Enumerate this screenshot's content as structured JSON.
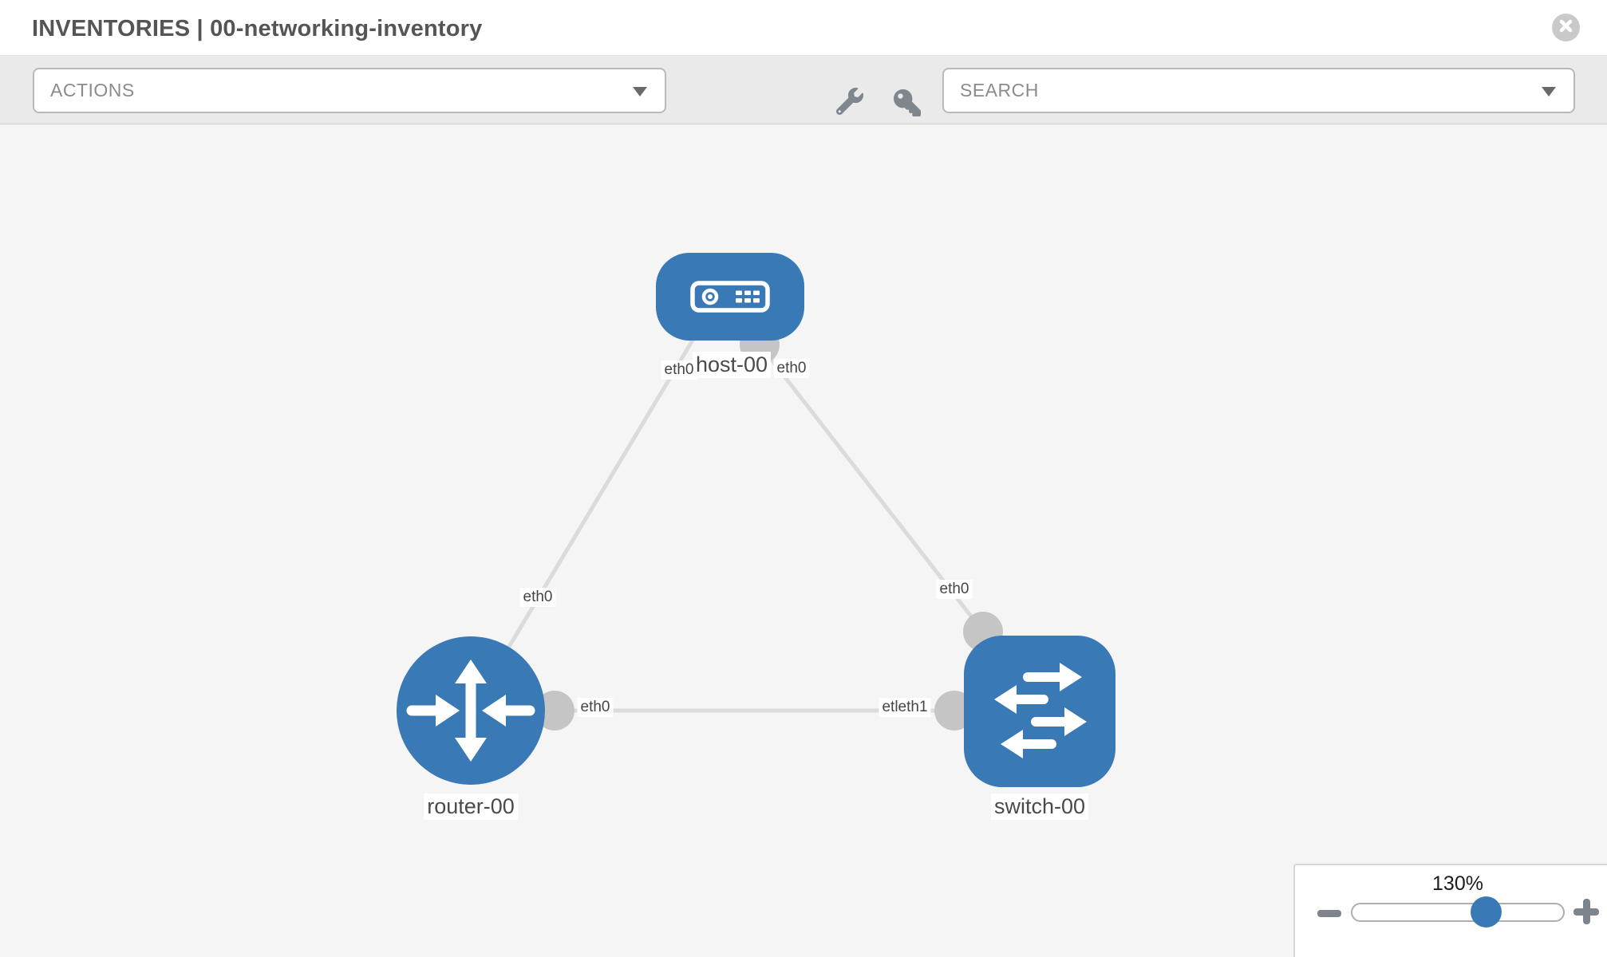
{
  "header": {
    "title": "INVENTORIES | 00-networking-inventory"
  },
  "toolbar": {
    "actions_label": "ACTIONS",
    "search_label": "SEARCH"
  },
  "canvas": {
    "nodes": [
      {
        "label": "host-00",
        "type": "host"
      },
      {
        "label": "router-00",
        "type": "router"
      },
      {
        "label": "switch-00",
        "type": "switch"
      }
    ],
    "links": [
      {
        "from": "router-00",
        "to": "host-00"
      },
      {
        "from": "host-00",
        "to": "switch-00"
      },
      {
        "from": "router-00",
        "to": "switch-00"
      }
    ],
    "interface_labels": {
      "host_left": "eth0",
      "host_right": "eth0",
      "router_host_edge": "eth0",
      "switch_top_edge": "eth0",
      "router_switch_near_router": "eth0",
      "router_switch_near_switch": "etleth1"
    }
  },
  "zoom_control": {
    "level": "130%"
  },
  "colors": {
    "node_blue": "#3879b6",
    "edge_gray": "#dbdbdb",
    "port_gray": "#c5c5c5",
    "toolbar_bg": "#eaeaea",
    "canvas_bg": "#f5f5f6"
  }
}
